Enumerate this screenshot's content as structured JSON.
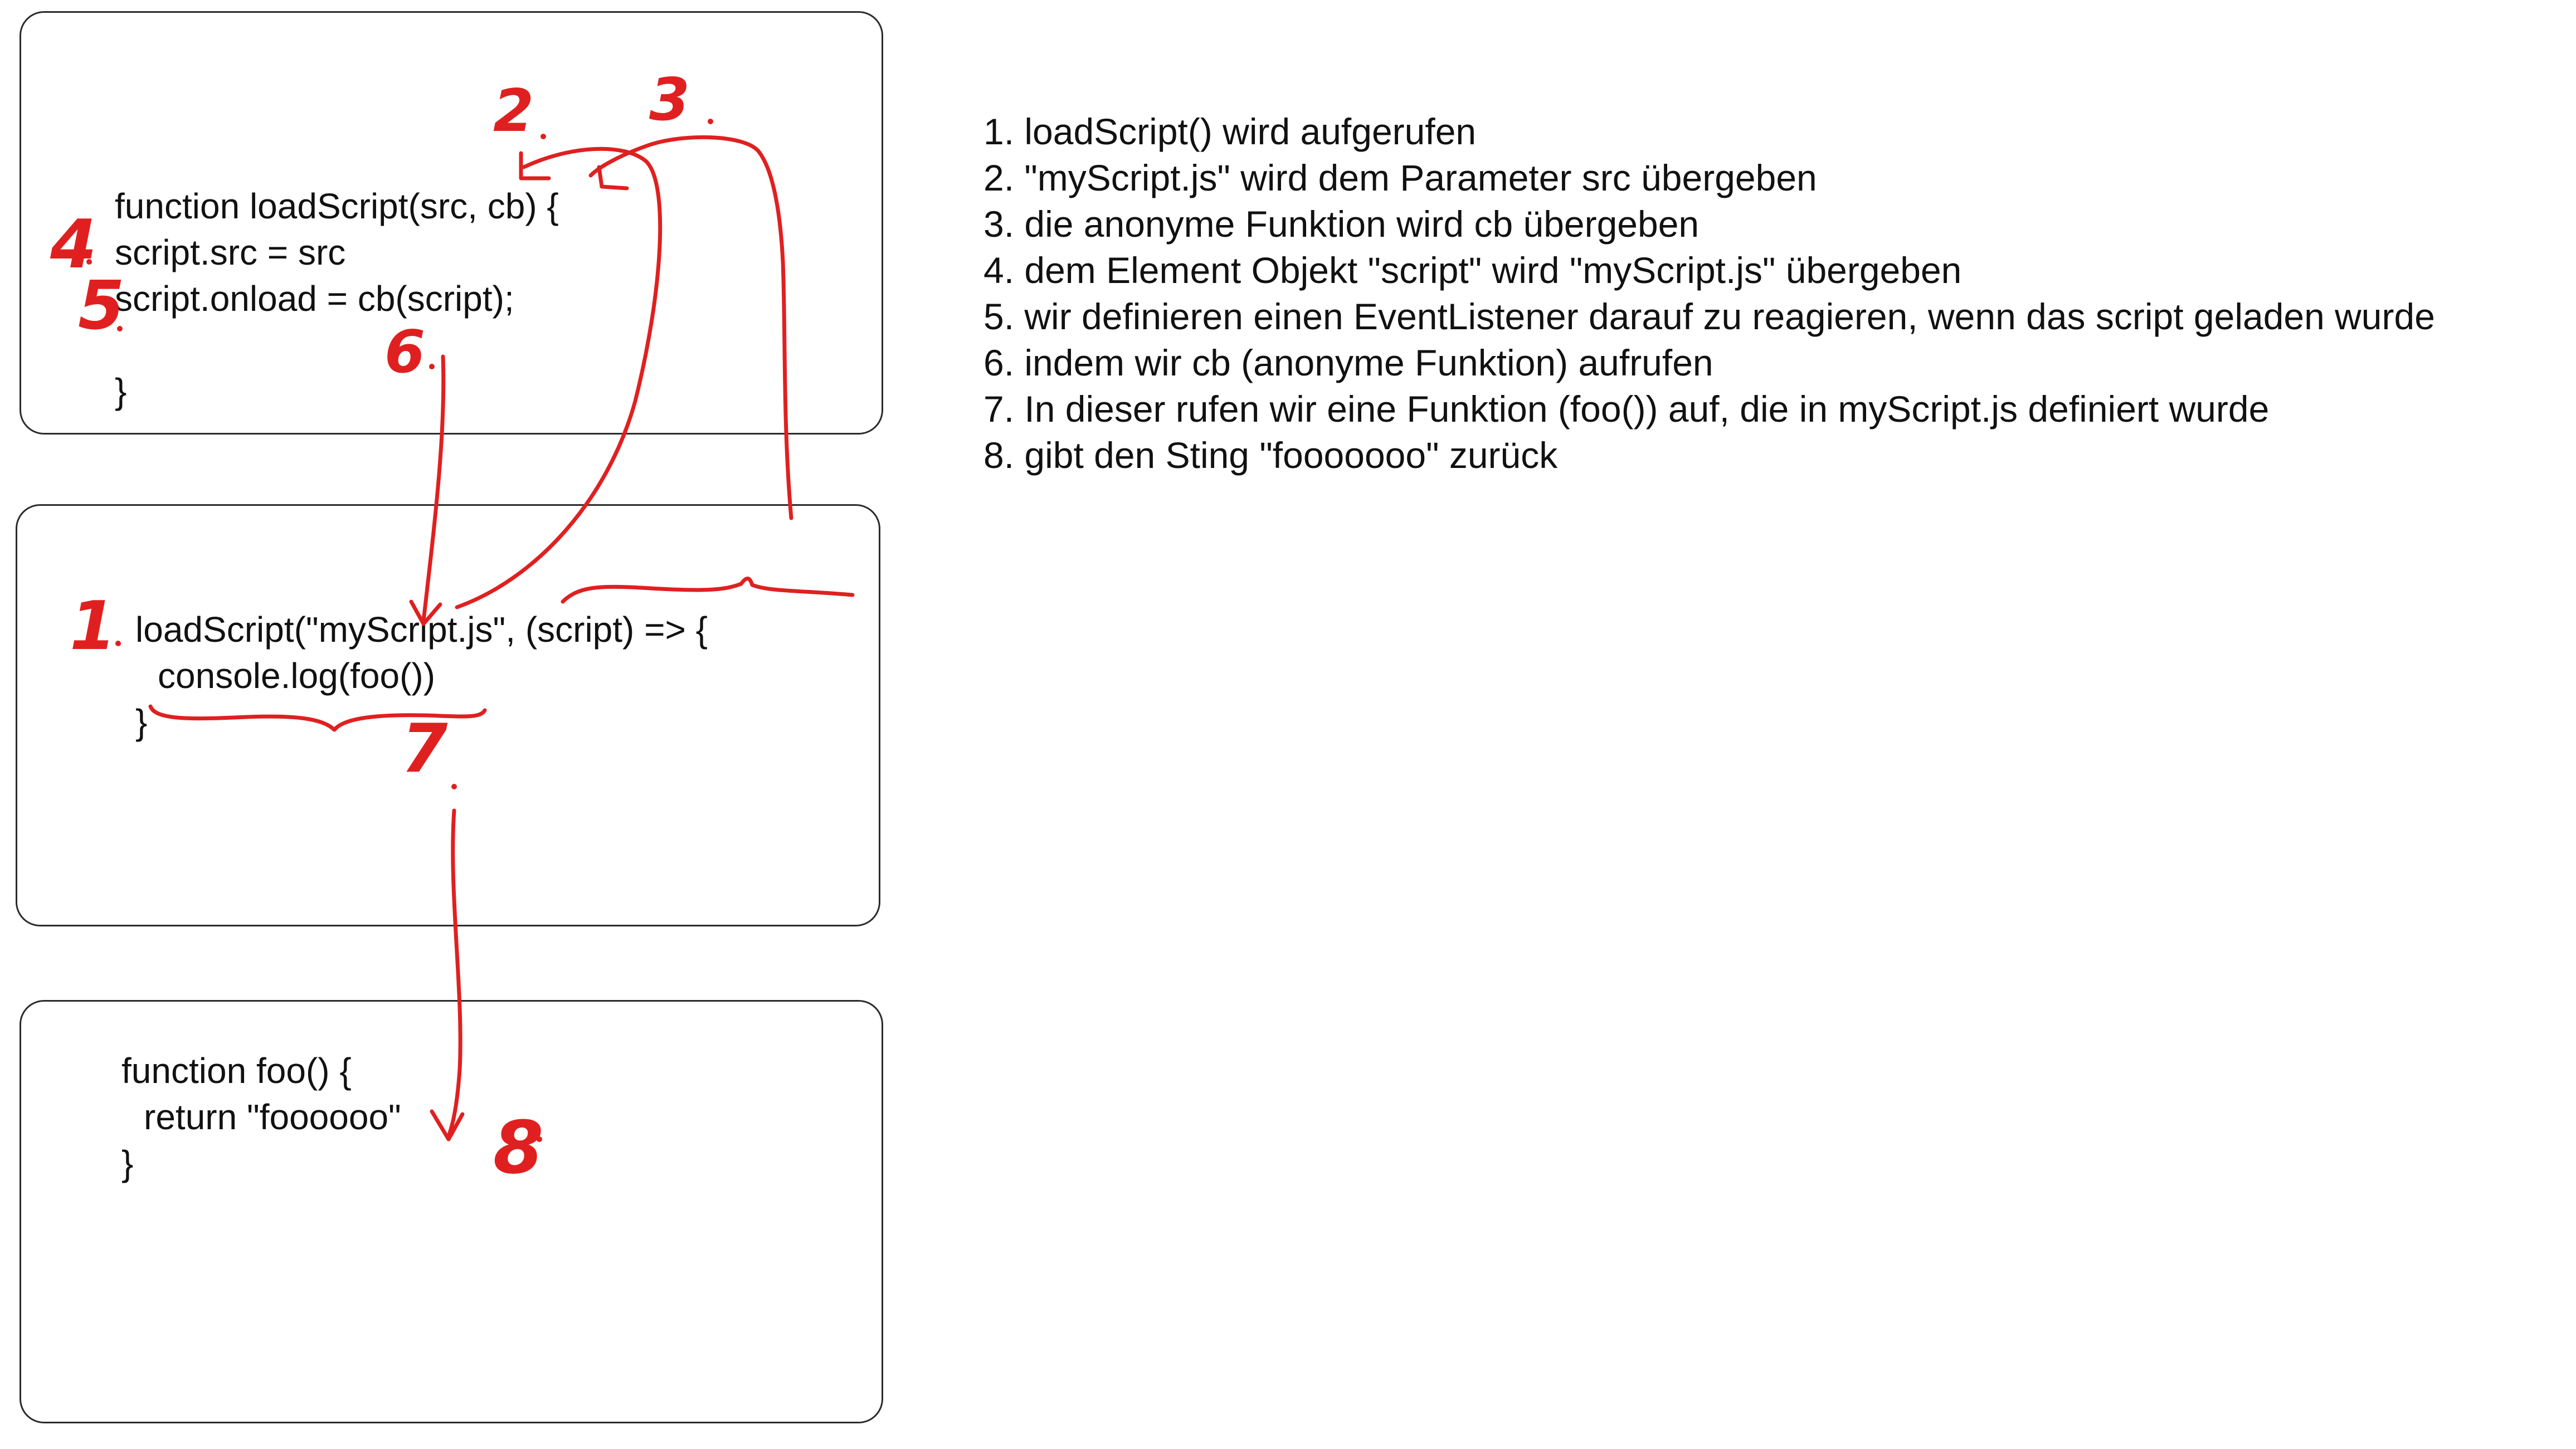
{
  "code_blocks": {
    "load_script_fn": {
      "line_1": "function loadScript(src, cb) {",
      "line_2": "script.src = src",
      "line_3": "script.onload = cb(script);",
      "line_4": "}"
    },
    "load_script_call": {
      "line_1": "loadScript(\"myScript.js\", (script) => {",
      "line_2": "console.log(foo())",
      "line_3": "}"
    },
    "foo_fn": {
      "line_1": "function foo() {",
      "line_2": "return \"foooooo\"",
      "line_3": "}"
    }
  },
  "notes": [
    "1. loadScript() wird aufgerufen",
    "2. \"myScript.js\" wird dem Parameter src übergeben",
    "3. die anonyme Funktion wird cb übergeben",
    "4. dem Element Objekt \"script\" wird \"myScript.js\" übergeben",
    "5. wir definieren einen EventListener darauf zu reagieren, wenn das script geladen wurde",
    "6. indem wir cb (anonyme Funktion) aufrufen",
    "7. In dieser rufen wir eine Funktion (foo()) auf, die in myScript.js definiert wurde",
    "8. gibt den Sting \"fooooooo\" zurück"
  ],
  "step_markers": {
    "m1": "1",
    "m2": "2",
    "m3": "3",
    "m4": "4",
    "m5": "5",
    "m6": "6",
    "m7": "7",
    "m8": "8"
  },
  "colors": {
    "annotation": "#e02020",
    "box_border": "#2b2b2b",
    "text": "#111111"
  }
}
